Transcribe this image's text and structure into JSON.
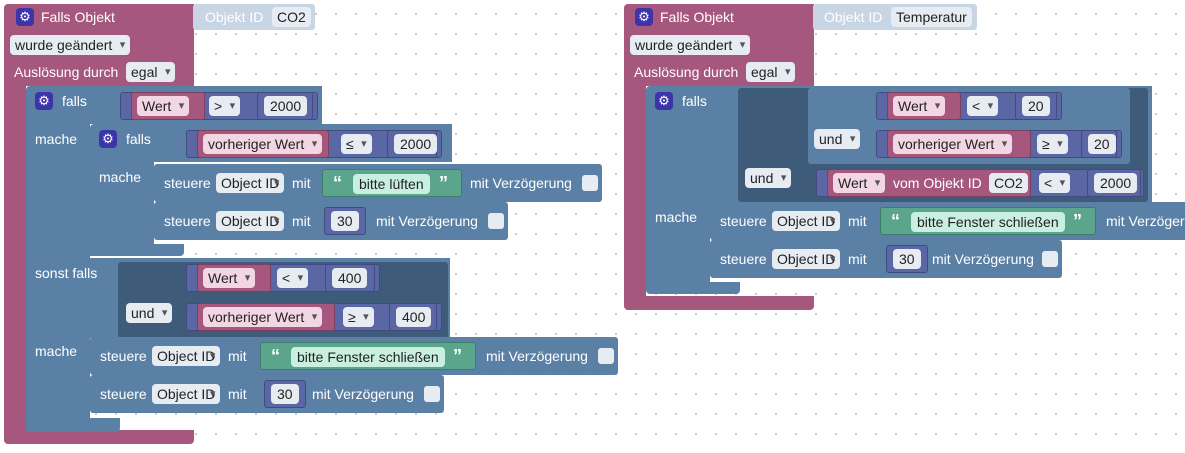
{
  "left": {
    "trigger": {
      "title": "Falls Objekt",
      "objid_label": "Objekt ID",
      "objid_value": "CO2",
      "changed": "wurde geändert",
      "trigger_by": "Auslösung durch",
      "trigger_value": "egal"
    },
    "if1": {
      "falls": "falls",
      "var": "Wert",
      "op": ">",
      "num": "2000",
      "mache": "mache"
    },
    "if2": {
      "falls": "falls",
      "var": "vorheriger Wert",
      "op": "≤",
      "num": "2000",
      "mache": "mache"
    },
    "act1": {
      "steuere": "steuere",
      "obj": "Object ID",
      "mit": "mit",
      "quote_open": "“",
      "str": "bitte lüften",
      "quote_close": "”",
      "delay": "mit Verzögerung"
    },
    "act2": {
      "steuere": "steuere",
      "obj": "Object ID",
      "mit": "mit",
      "num": "30",
      "delay": "mit Verzögerung"
    },
    "elseif": {
      "label": "sonst falls",
      "var1": "Wert",
      "op1": "<",
      "num1": "400",
      "and": "und",
      "var2": "vorheriger Wert",
      "op2": "≥",
      "num2": "400",
      "mache": "mache"
    },
    "act3": {
      "steuere": "steuere",
      "obj": "Object ID",
      "mit": "mit",
      "quote_open": "“",
      "str": "bitte Fenster schließen",
      "quote_close": "”",
      "delay": "mit Verzögerung"
    },
    "act4": {
      "steuere": "steuere",
      "obj": "Object ID",
      "mit": "mit",
      "num": "30",
      "delay": "mit Verzögerung"
    }
  },
  "right": {
    "trigger": {
      "title": "Falls Objekt",
      "objid_label": "Objekt ID",
      "objid_value": "Temperatur",
      "changed": "wurde geändert",
      "trigger_by": "Auslösung durch",
      "trigger_value": "egal"
    },
    "if1": {
      "falls": "falls",
      "var1": "Wert",
      "op1": "<",
      "num1": "20",
      "and1": "und",
      "var2": "vorheriger Wert",
      "op2": "≥",
      "num2": "20",
      "and2": "und",
      "var3": "Wert",
      "from": "vom Objekt ID",
      "obj3": "CO2",
      "op3": "<",
      "num3": "2000",
      "mache": "mache"
    },
    "act1": {
      "steuere": "steuere",
      "obj": "Object ID",
      "mit": "mit",
      "quote_open": "“",
      "str": "bitte Fenster schließen",
      "quote_close": "”",
      "delay": "mit Verzögerung"
    },
    "act2": {
      "steuere": "steuere",
      "obj": "Object ID",
      "mit": "mit",
      "num": "30",
      "delay": "mit Verzögerung"
    }
  },
  "icons": {
    "gear": "gear-icon"
  }
}
